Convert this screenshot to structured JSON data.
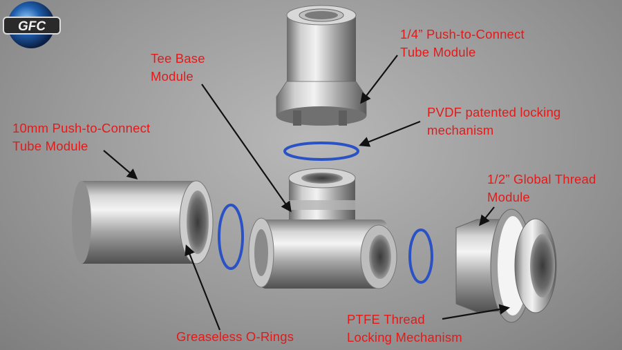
{
  "logo": {
    "text": "GFC"
  },
  "labels": {
    "quarter_inch_module": {
      "line1": "1/4” Push-to-Connect",
      "line2": "Tube Module"
    },
    "tee_base": {
      "line1": "Tee Base",
      "line2": "Module"
    },
    "pvdf": {
      "line1": "PVDF patented locking",
      "line2": "mechanism"
    },
    "ten_mm_module": {
      "line1": "10mm Push-to-Connect",
      "line2": "Tube Module"
    },
    "half_inch_thread": {
      "line1": "1/2” Global Thread",
      "line2": "Module"
    },
    "o_rings": {
      "line1": "Greaseless O-Rings"
    },
    "ptfe": {
      "line1": "PTFE Thread",
      "line2": "Locking Mechanism"
    }
  },
  "colors": {
    "label": "#e21a1a",
    "oring": "#2b52c4",
    "metal": "#c9c9c9"
  }
}
